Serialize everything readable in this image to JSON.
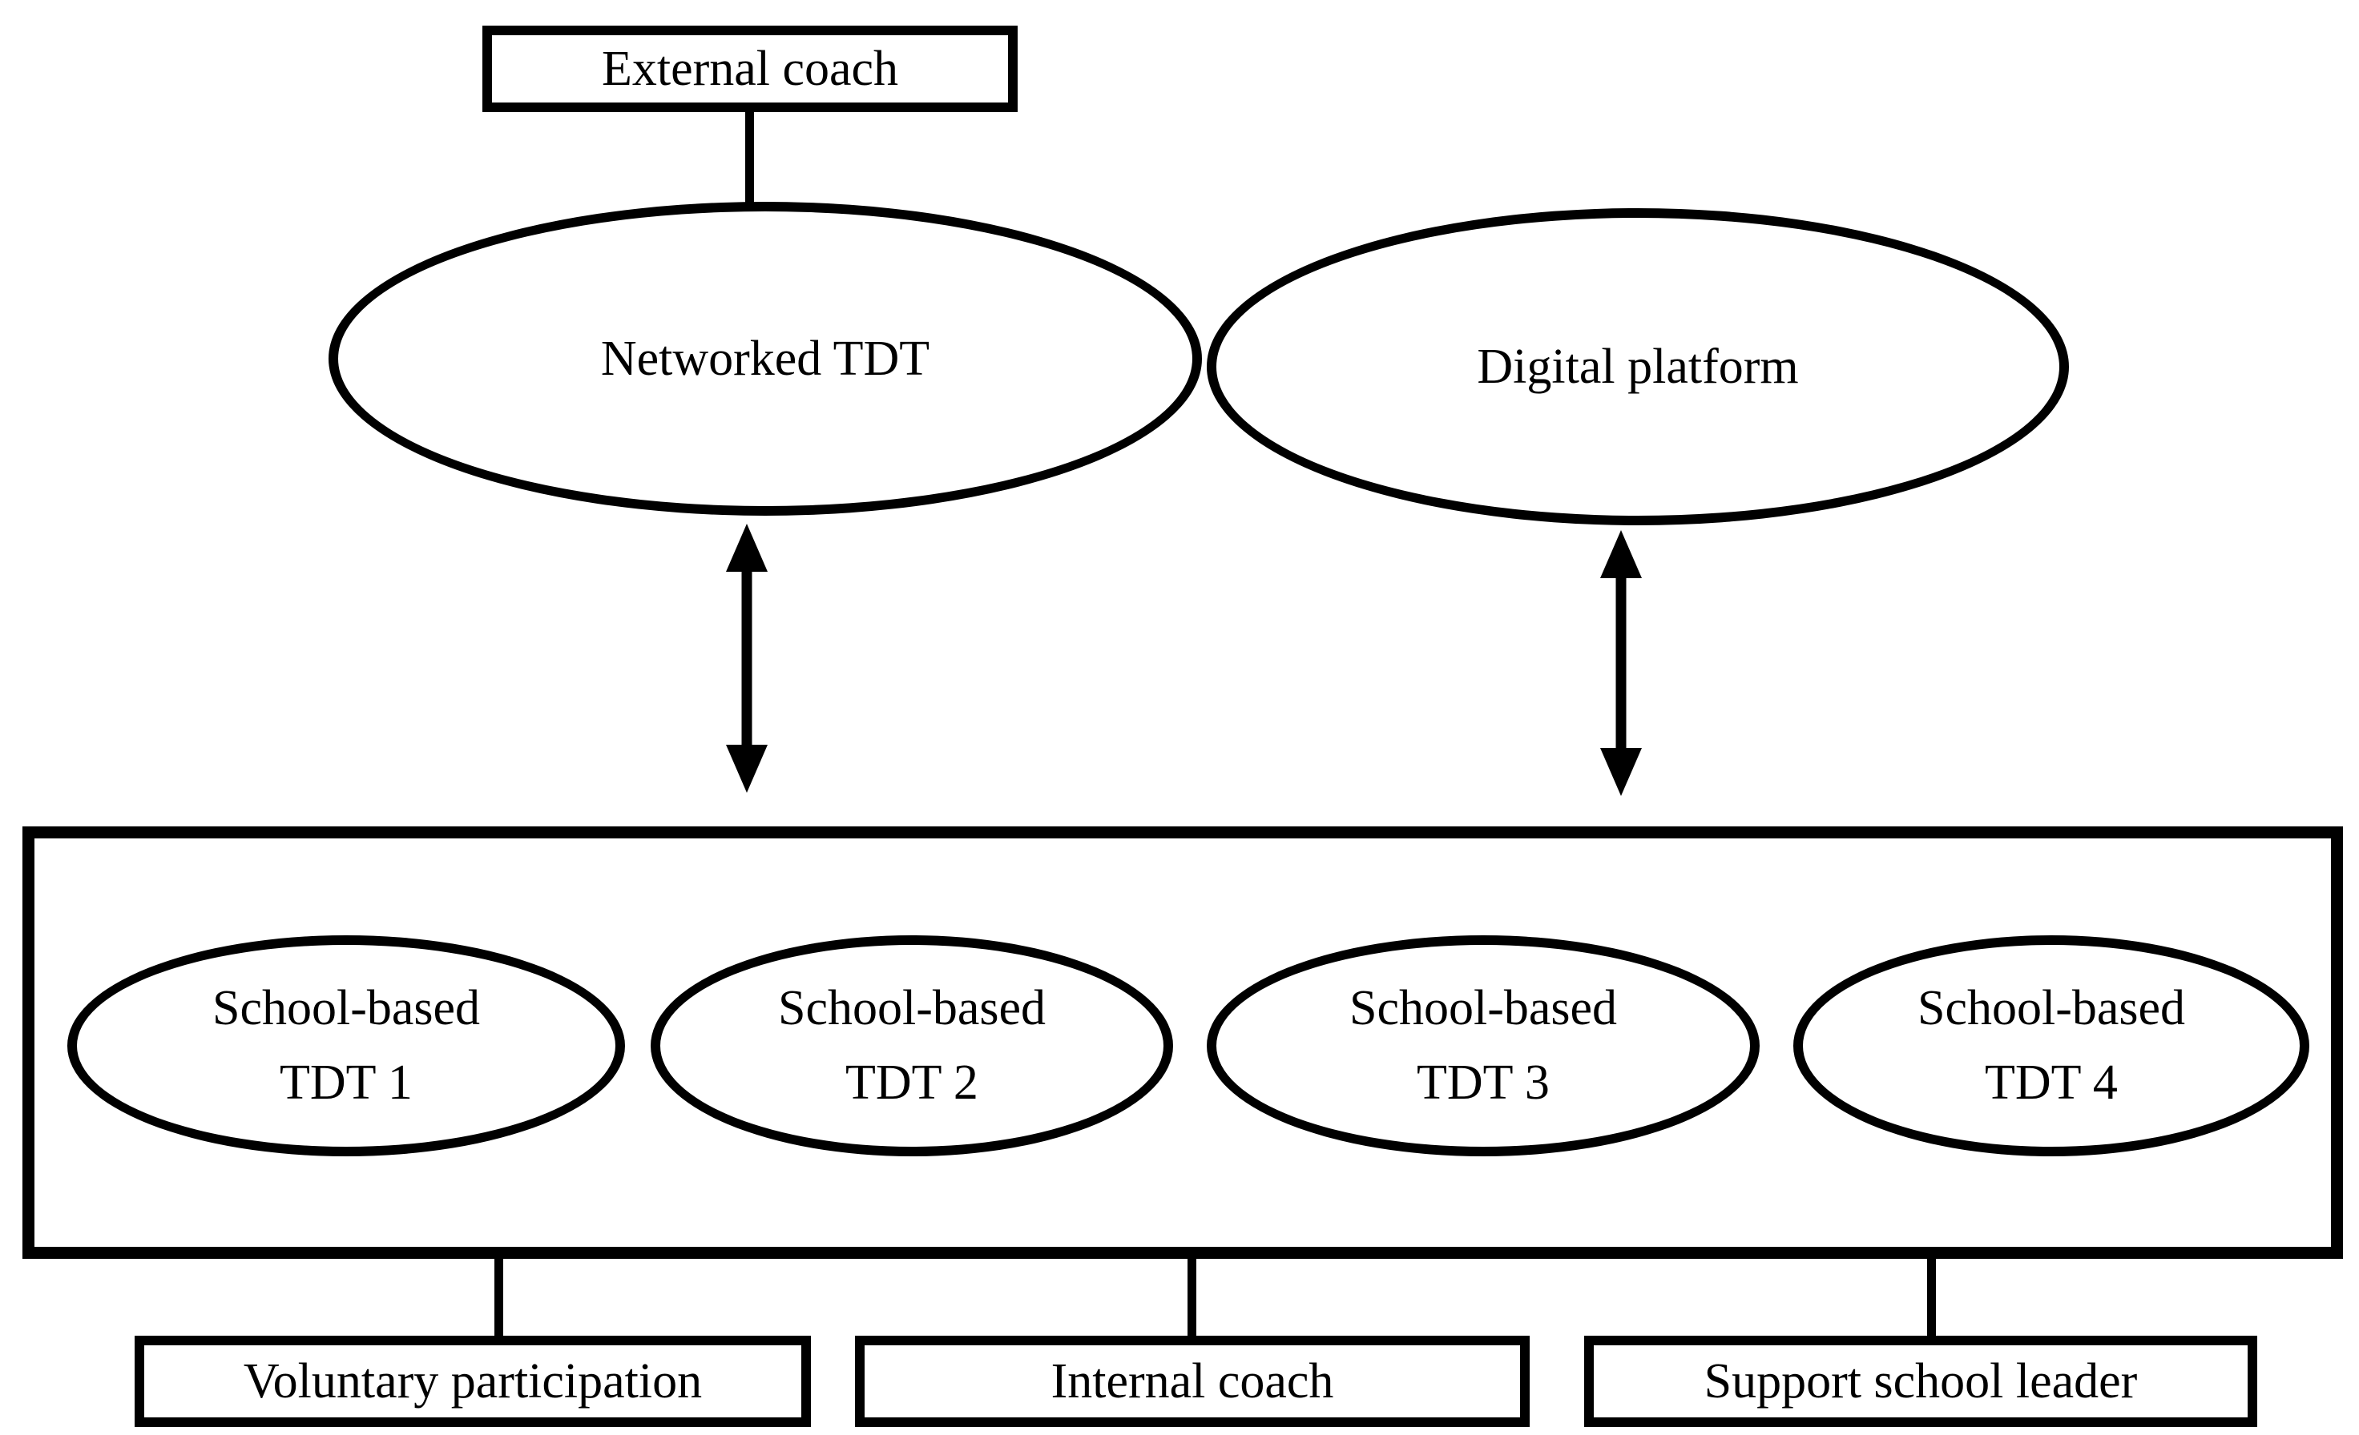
{
  "diagram": {
    "colors": {
      "stroke": "#000000",
      "background": "#ffffff"
    },
    "nodes": {
      "external_coach": {
        "shape": "rectangle",
        "label": "External coach"
      },
      "networked_tdt": {
        "shape": "ellipse",
        "label": "Networked TDT"
      },
      "digital_platform": {
        "shape": "ellipse",
        "label": "Digital platform"
      },
      "school_tdt_group": {
        "shape": "rectangle",
        "members": [
          {
            "line1": "School-based",
            "line2": "TDT 1"
          },
          {
            "line1": "School-based",
            "line2": "TDT 2"
          },
          {
            "line1": "School-based",
            "line2": "TDT 3"
          },
          {
            "line1": "School-based",
            "line2": "TDT 4"
          }
        ]
      },
      "voluntary_participation": {
        "shape": "rectangle",
        "label": "Voluntary participation"
      },
      "internal_coach": {
        "shape": "rectangle",
        "label": "Internal coach"
      },
      "support_school_leader": {
        "shape": "rectangle",
        "label": "Support school leader"
      }
    },
    "connections": [
      {
        "from": "external_coach",
        "to": "networked_tdt",
        "type": "line"
      },
      {
        "from": "networked_tdt",
        "to": "school_tdt_group",
        "type": "double_arrow"
      },
      {
        "from": "digital_platform",
        "to": "school_tdt_group",
        "type": "double_arrow"
      },
      {
        "from": "school_tdt_group",
        "to": "voluntary_participation",
        "type": "line"
      },
      {
        "from": "school_tdt_group",
        "to": "internal_coach",
        "type": "line"
      },
      {
        "from": "school_tdt_group",
        "to": "support_school_leader",
        "type": "line"
      }
    ]
  }
}
